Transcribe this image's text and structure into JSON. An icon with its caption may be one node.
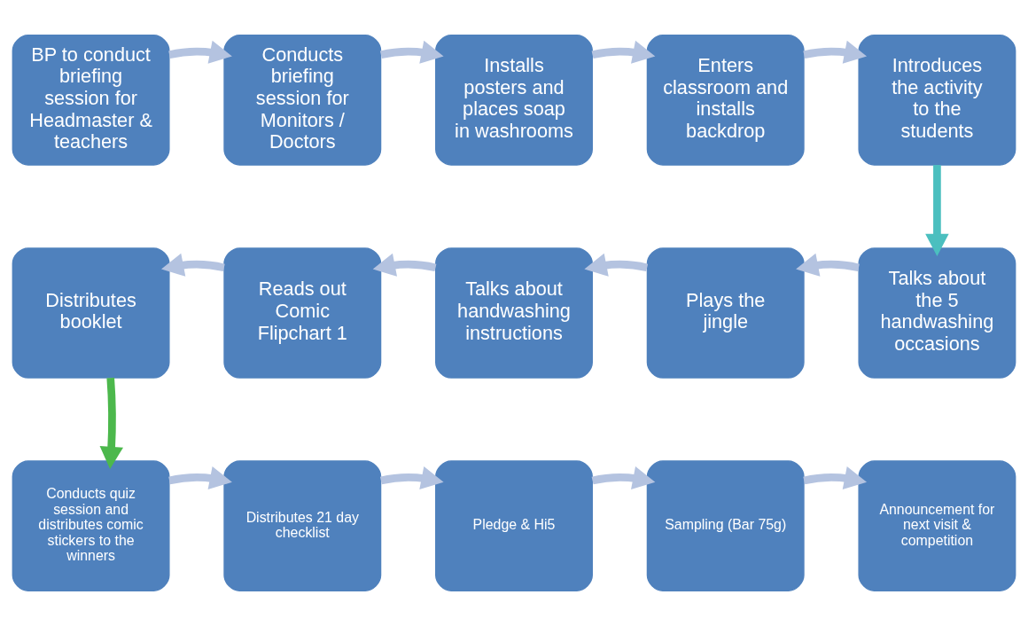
{
  "diagram": {
    "nodes": [
      {
        "text": [
          "BP to conduct briefing session for Headmaster & teachers"
        ]
      },
      {
        "text": [
          "Conducts briefing session for Monitors / Doctors"
        ]
      },
      {
        "text": [
          "Installs posters and places soap in washrooms"
        ]
      },
      {
        "text": [
          "Enters classroom and installs backdrop"
        ]
      },
      {
        "text": [
          "Introduces the activity to the students"
        ]
      },
      {
        "text": [
          "Distributes booklet"
        ]
      },
      {
        "text": [
          "Reads out Comic Flipchart 1"
        ]
      },
      {
        "text": [
          "Talks about handwashing instructions"
        ]
      },
      {
        "text": [
          "Plays the jingle"
        ]
      },
      {
        "text": [
          "Talks about the 5 handwashing occasions"
        ]
      },
      {
        "text": [
          "Conducts quiz session and distributes comic stickers to the winners"
        ]
      },
      {
        "text": [
          "Distributes 21 day checklist"
        ]
      },
      {
        "text": [
          "Pledge & Hi5"
        ]
      },
      {
        "text": [
          "Sampling (Bar 75g)"
        ]
      },
      {
        "text": [
          "Announcement for next visit & competition"
        ]
      }
    ],
    "edges": [
      {
        "from": 0,
        "to": 1,
        "arrow": "to"
      },
      {
        "from": 1,
        "to": 2,
        "arrow": "to"
      },
      {
        "from": 2,
        "to": 3,
        "arrow": "to"
      },
      {
        "from": 3,
        "to": 4,
        "arrow": "to"
      },
      {
        "from": 4,
        "to": 9,
        "arrow": "to",
        "color": "#4bbfbf"
      },
      {
        "from": 9,
        "to": 8,
        "arrow": "to"
      },
      {
        "from": 8,
        "to": 7,
        "arrow": "to"
      },
      {
        "from": 7,
        "to": 6,
        "arrow": "to"
      },
      {
        "from": 6,
        "to": 5,
        "arrow": "to"
      },
      {
        "from": 5,
        "to": 10,
        "arrow": "to",
        "color": "#4cb84c"
      },
      {
        "from": 10,
        "to": 11,
        "arrow": "to"
      },
      {
        "from": 11,
        "to": 12,
        "arrow": "to"
      },
      {
        "from": 12,
        "to": 13,
        "arrow": "to"
      },
      {
        "from": 13,
        "to": 14,
        "arrow": "to"
      }
    ]
  }
}
